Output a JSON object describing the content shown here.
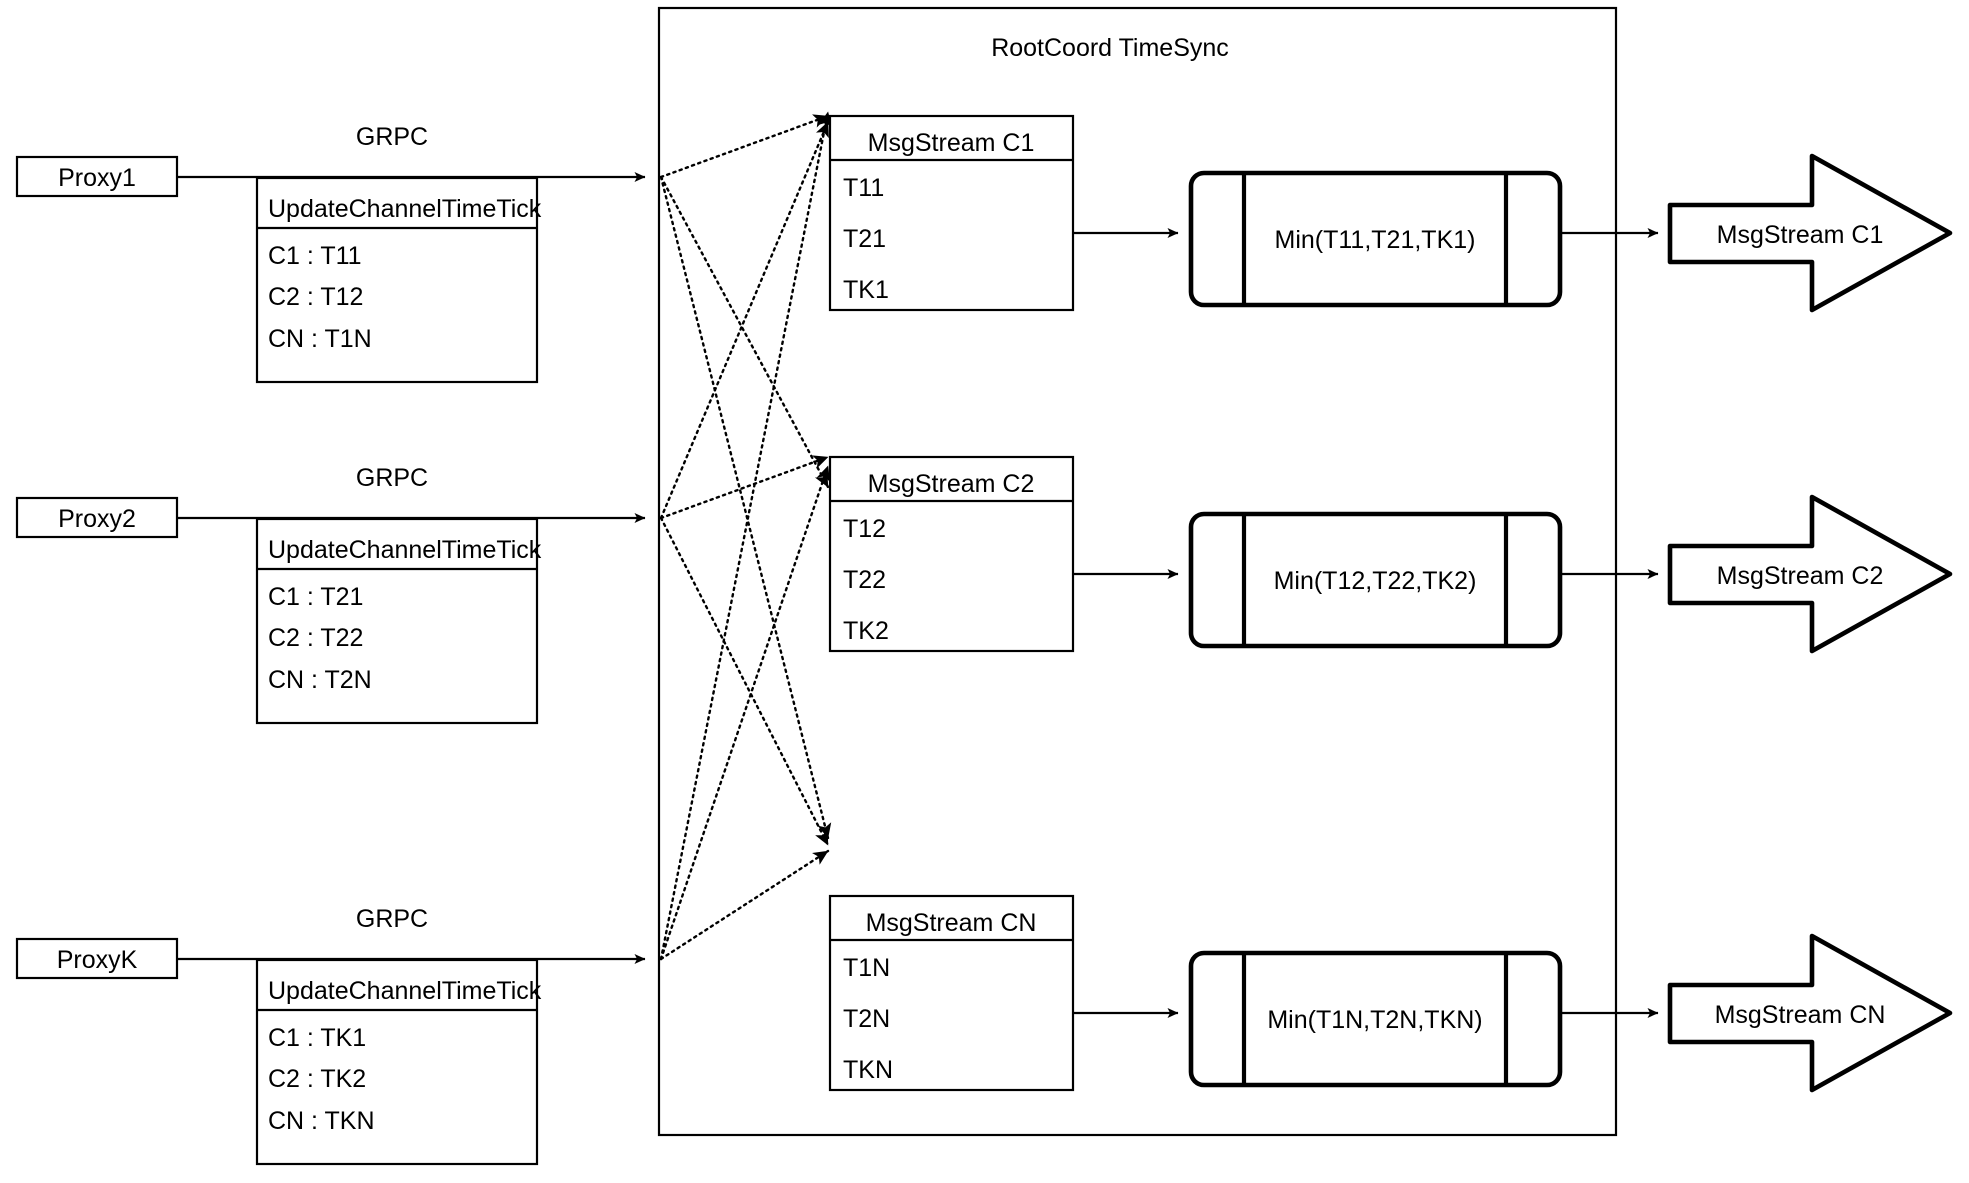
{
  "diagram": {
    "title": "RootCoord TimeSync",
    "container_label": "RootCoord TimeSync",
    "colors": {
      "stroke": "#000000",
      "fill": "#ffffff",
      "background": "#ffffff"
    }
  },
  "proxies": [
    {
      "name": "Proxy1",
      "link_label": "GRPC",
      "request": {
        "header": "UpdateChannelTimeTick",
        "rows": [
          "C1 :  T11",
          "C2 :  T12",
          "CN : T1N"
        ]
      }
    },
    {
      "name": "Proxy2",
      "link_label": "GRPC",
      "request": {
        "header": "UpdateChannelTimeTick",
        "rows": [
          "C1 :  T21",
          "C2 :  T22",
          "CN : T2N"
        ]
      }
    },
    {
      "name": "ProxyK",
      "link_label": "GRPC",
      "request": {
        "header": "UpdateChannelTimeTick",
        "rows": [
          "C1 :  TK1",
          "C2 :  TK2",
          "CN : TKN"
        ]
      }
    }
  ],
  "channels": [
    {
      "stream": {
        "header": "MsgStream C1",
        "rows": [
          "T11",
          "T21",
          "TK1"
        ]
      },
      "process": "Min(T11,T21,TK1)",
      "output": "MsgStream C1"
    },
    {
      "stream": {
        "header": "MsgStream C2",
        "rows": [
          "T12",
          "T22",
          "TK2"
        ]
      },
      "process": "Min(T12,T22,TK2)",
      "output": "MsgStream C2"
    },
    {
      "stream": {
        "header": "MsgStream CN",
        "rows": [
          "T1N",
          "T2N",
          "TKN"
        ]
      },
      "process": "Min(T1N,T2N,TKN)",
      "output": "MsgStream CN"
    }
  ]
}
